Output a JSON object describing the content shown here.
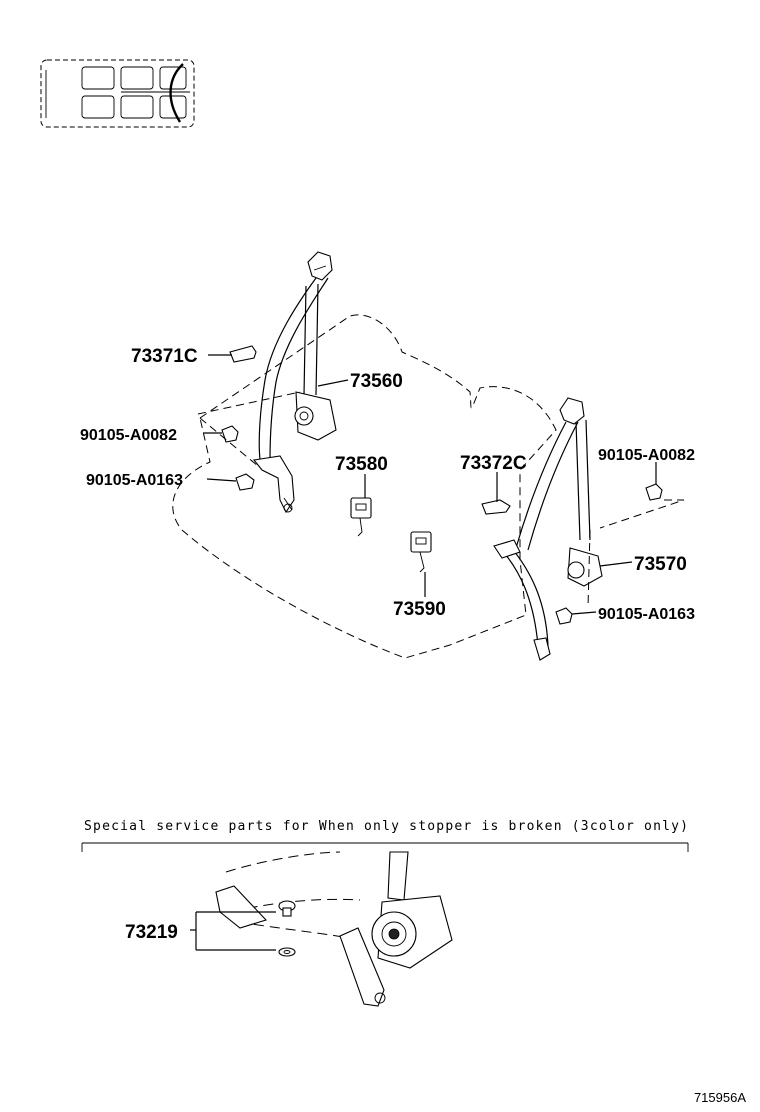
{
  "labels": {
    "p73371c": "73371C",
    "p73560": "73560",
    "p90105_a0082_left": "90105-A0082",
    "p90105_a0163_left": "90105-A0163",
    "p73580": "73580",
    "p73372c": "73372C",
    "p90105_a0082_right": "90105-A0082",
    "p73570": "73570",
    "p90105_a0163_right": "90105-A0163",
    "p73590": "73590",
    "p73219": "73219"
  },
  "note": "Special service parts for When only stopper is broken (3color only)",
  "reference": "715956A"
}
